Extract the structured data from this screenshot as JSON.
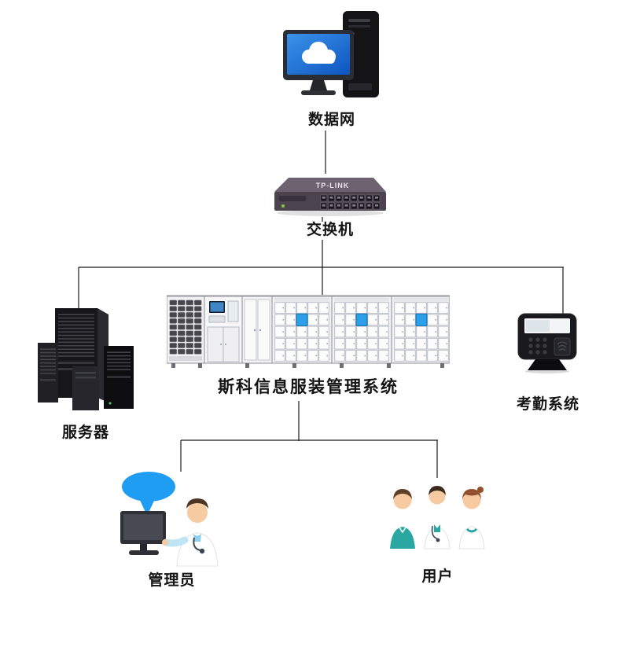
{
  "diagram": {
    "type": "network-topology",
    "connector_color": "#1a1a1a",
    "nodes": {
      "data_network": {
        "label": "数据网"
      },
      "switch": {
        "label": "交换机",
        "brand": "TP-LINK"
      },
      "server": {
        "label": "服务器"
      },
      "system": {
        "label": "斯科信息服装管理系统"
      },
      "attendance": {
        "label": "考勤系统"
      },
      "admin": {
        "label": "管理员"
      },
      "users": {
        "label": "用户"
      }
    },
    "icons": {
      "data_network": "desktop-computer-icon",
      "switch": "network-switch-icon",
      "server": "server-rack-icon",
      "system": "locker-cabinet-system-icon",
      "attendance": "attendance-terminal-icon",
      "admin": "admin-person-with-monitor-icon",
      "users": "user-group-icon"
    },
    "colors": {
      "monitor_screen_blue": "#1565d8",
      "speech_bubble_blue": "#1e9df2",
      "locker_screen_blue": "#2b9fe8",
      "scrubs_teal": "#2aa7a1",
      "switch_body": "#4b434e",
      "device_dark": "#1a1a1e"
    }
  }
}
